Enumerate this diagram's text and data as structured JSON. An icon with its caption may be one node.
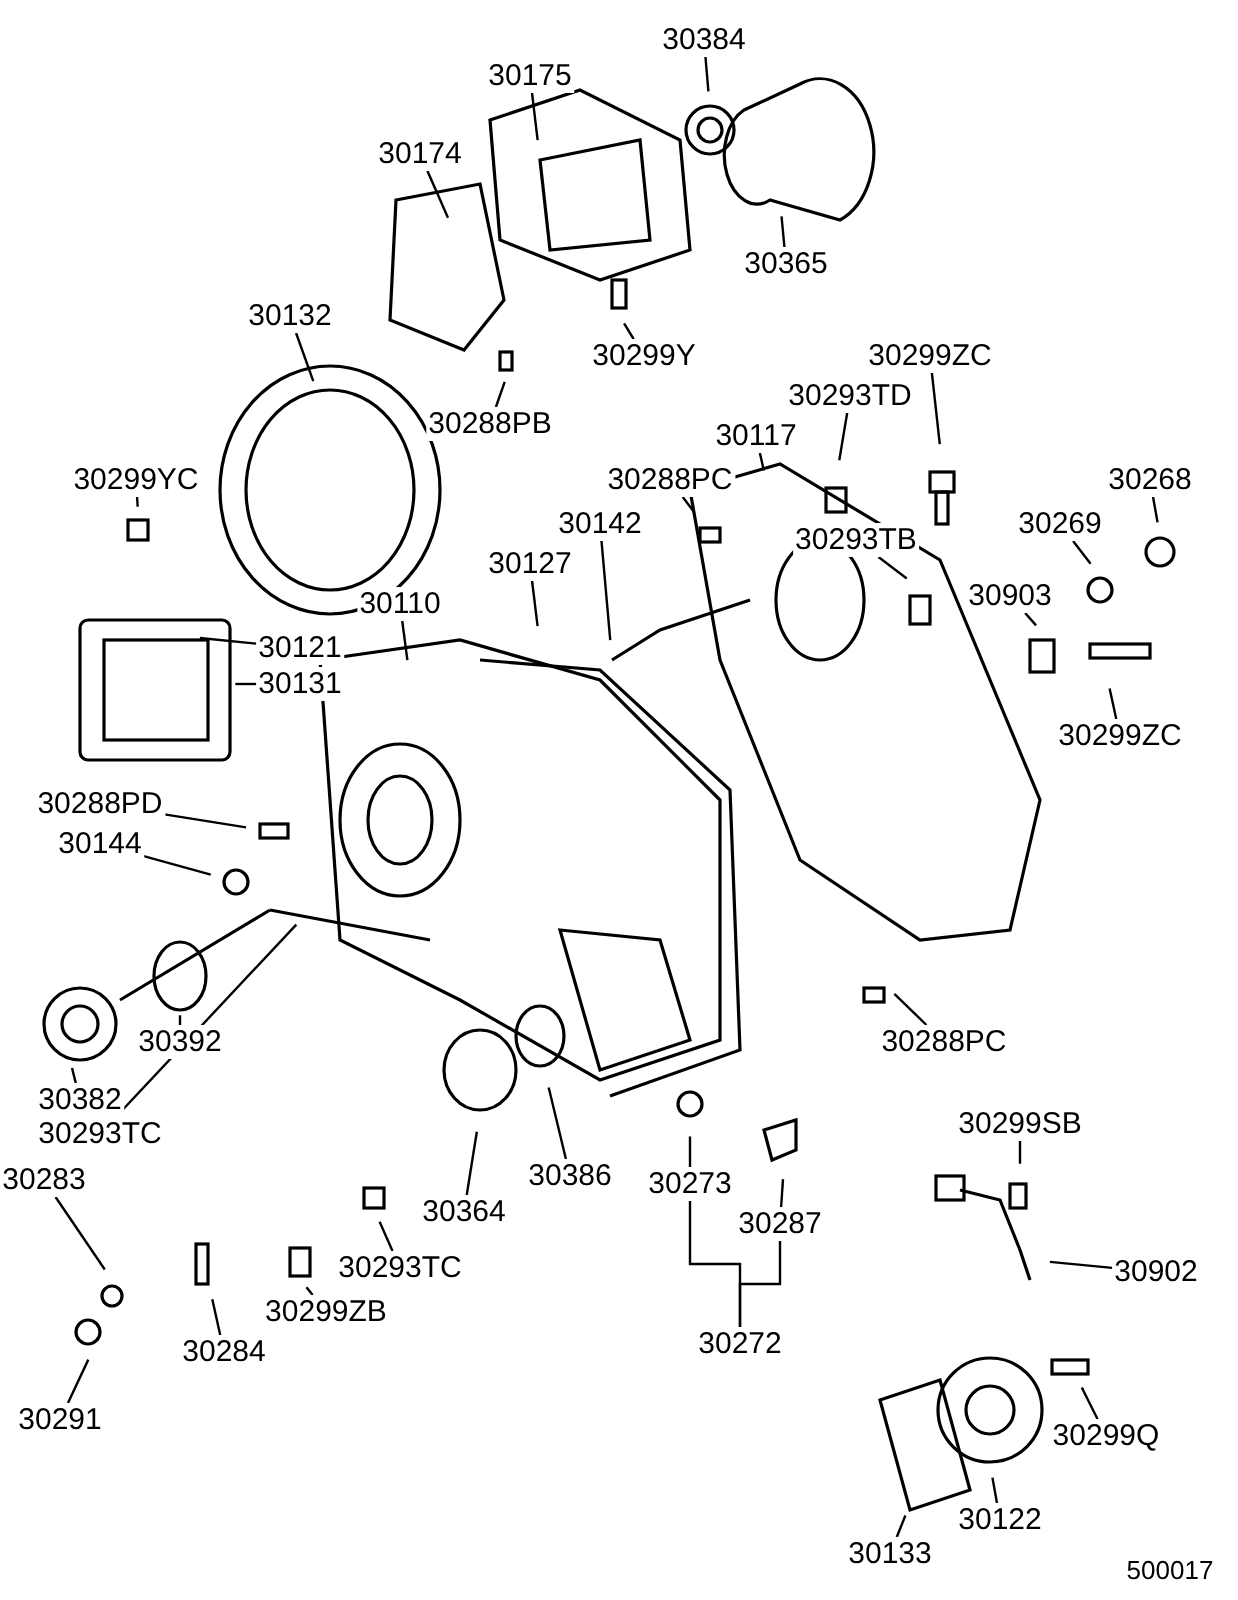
{
  "diagram": {
    "nodes": [
      {
        "text": [
          "30175"
        ]
      },
      {
        "text": [
          "30384"
        ]
      },
      {
        "text": [
          "30174"
        ]
      },
      {
        "text": [
          "30365"
        ]
      },
      {
        "text": [
          "30132"
        ]
      },
      {
        "text": [
          "30299Y"
        ]
      },
      {
        "text": [
          "30288PB"
        ]
      },
      {
        "text": [
          "30299ZC"
        ]
      },
      {
        "text": [
          "30293TD"
        ]
      },
      {
        "text": [
          "30117"
        ]
      },
      {
        "text": [
          "30288PC"
        ]
      },
      {
        "text": [
          "30299YC"
        ]
      },
      {
        "text": [
          "30268"
        ]
      },
      {
        "text": [
          "30142"
        ]
      },
      {
        "text": [
          "30293TB"
        ]
      },
      {
        "text": [
          "30269"
        ]
      },
      {
        "text": [
          "30127"
        ]
      },
      {
        "text": [
          "30110"
        ]
      },
      {
        "text": [
          "30121"
        ]
      },
      {
        "text": [
          "30903"
        ]
      },
      {
        "text": [
          "30131"
        ]
      },
      {
        "text": [
          "30299ZC"
        ]
      },
      {
        "text": [
          "30288PD"
        ]
      },
      {
        "text": [
          "30144"
        ]
      },
      {
        "text": [
          "30392"
        ]
      },
      {
        "text": [
          "30382"
        ]
      },
      {
        "text": [
          "30288PC"
        ]
      },
      {
        "text": [
          "30299SB"
        ]
      },
      {
        "text": [
          "30293TC"
        ]
      },
      {
        "text": [
          "30283"
        ]
      },
      {
        "text": [
          "30364"
        ]
      },
      {
        "text": [
          "30386"
        ]
      },
      {
        "text": [
          "30273"
        ]
      },
      {
        "text": [
          "30293TC"
        ]
      },
      {
        "text": [
          "30287"
        ]
      },
      {
        "text": [
          "30902"
        ]
      },
      {
        "text": [
          "30299ZB"
        ]
      },
      {
        "text": [
          "30284"
        ]
      },
      {
        "text": [
          "30272"
        ]
      },
      {
        "text": [
          "30291"
        ]
      },
      {
        "text": [
          "30299Q"
        ]
      },
      {
        "text": [
          "30122"
        ]
      },
      {
        "text": [
          "30133"
        ]
      }
    ],
    "edges": [
      {
        "from": 0,
        "to": null,
        "arrow": "none"
      },
      {
        "from": 1,
        "to": null,
        "arrow": "none"
      },
      {
        "from": 2,
        "to": null,
        "arrow": "none"
      },
      {
        "from": 3,
        "to": null,
        "arrow": "none"
      },
      {
        "from": 4,
        "to": null,
        "arrow": "none"
      },
      {
        "from": 5,
        "to": null,
        "arrow": "none"
      },
      {
        "from": 6,
        "to": null,
        "arrow": "none"
      },
      {
        "from": 7,
        "to": null,
        "arrow": "none"
      },
      {
        "from": 8,
        "to": null,
        "arrow": "none"
      },
      {
        "from": 9,
        "to": null,
        "arrow": "none"
      },
      {
        "from": 10,
        "to": null,
        "arrow": "none"
      },
      {
        "from": 11,
        "to": null,
        "arrow": "none"
      },
      {
        "from": 12,
        "to": null,
        "arrow": "none"
      },
      {
        "from": 13,
        "to": null,
        "arrow": "none"
      },
      {
        "from": 14,
        "to": null,
        "arrow": "none"
      },
      {
        "from": 15,
        "to": null,
        "arrow": "none"
      },
      {
        "from": 16,
        "to": null,
        "arrow": "none"
      },
      {
        "from": 17,
        "to": null,
        "arrow": "none"
      },
      {
        "from": 18,
        "to": null,
        "arrow": "none"
      },
      {
        "from": 19,
        "to": null,
        "arrow": "none"
      },
      {
        "from": 20,
        "to": null,
        "arrow": "none"
      },
      {
        "from": 21,
        "to": null,
        "arrow": "none"
      },
      {
        "from": 22,
        "to": null,
        "arrow": "none"
      },
      {
        "from": 23,
        "to": null,
        "arrow": "none"
      },
      {
        "from": 24,
        "to": null,
        "arrow": "none"
      },
      {
        "from": 25,
        "to": null,
        "arrow": "none"
      },
      {
        "from": 26,
        "to": null,
        "arrow": "none"
      },
      {
        "from": 27,
        "to": null,
        "arrow": "none"
      },
      {
        "from": 28,
        "to": null,
        "arrow": "none"
      },
      {
        "from": 29,
        "to": null,
        "arrow": "none"
      },
      {
        "from": 30,
        "to": null,
        "arrow": "none"
      },
      {
        "from": 31,
        "to": null,
        "arrow": "none"
      },
      {
        "from": 32,
        "to": null,
        "arrow": "none"
      },
      {
        "from": 33,
        "to": null,
        "arrow": "none"
      },
      {
        "from": 34,
        "to": null,
        "arrow": "none"
      },
      {
        "from": 35,
        "to": null,
        "arrow": "none"
      },
      {
        "from": 36,
        "to": null,
        "arrow": "none"
      },
      {
        "from": 37,
        "to": null,
        "arrow": "none"
      },
      {
        "from": 39,
        "to": null,
        "arrow": "none"
      },
      {
        "from": 40,
        "to": null,
        "arrow": "none"
      },
      {
        "from": 41,
        "to": null,
        "arrow": "none"
      },
      {
        "from": 42,
        "to": null,
        "arrow": "none"
      },
      {
        "from": 38,
        "to": 32,
        "arrow": "none"
      },
      {
        "from": 38,
        "to": 34,
        "arrow": "none"
      }
    ],
    "labels": [
      "500017"
    ]
  }
}
